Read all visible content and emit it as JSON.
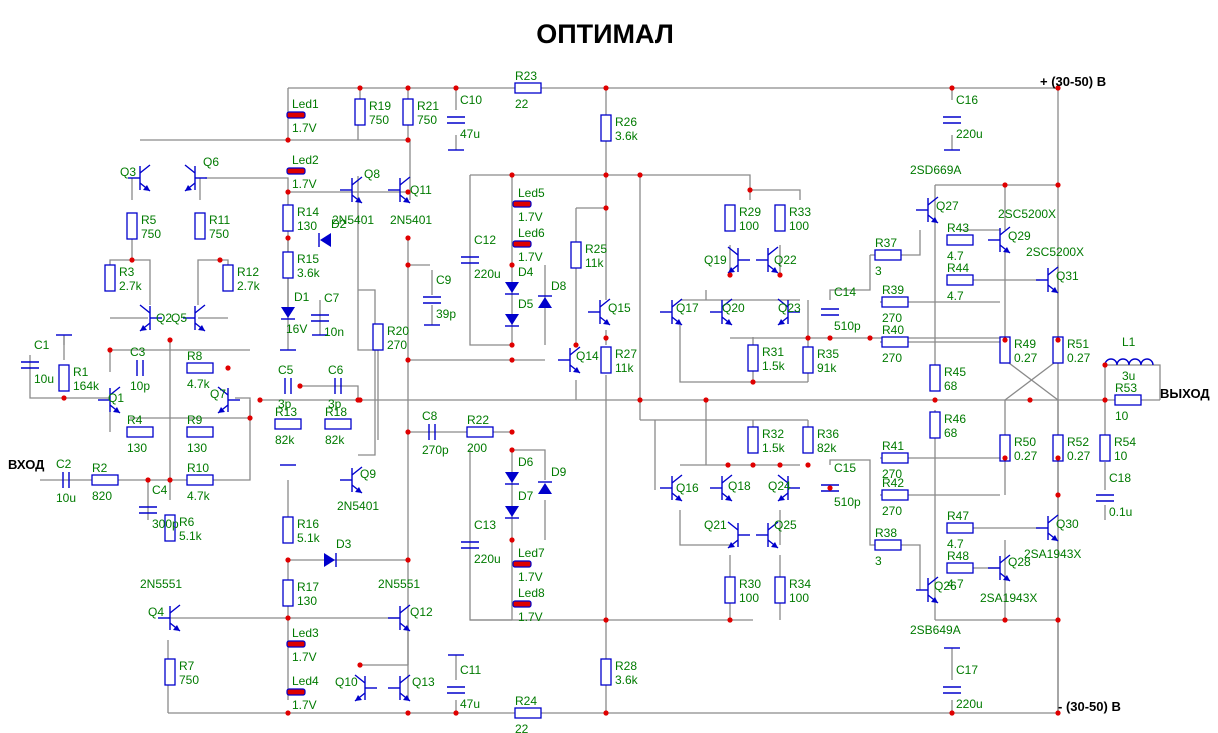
{
  "title": "ОПТИМАЛ",
  "ports": {
    "pos_supply": "+ (30-50) В",
    "neg_supply": "- (30-50) В",
    "input": "ВХОД",
    "output": "ВЫХОД"
  },
  "resistors": [
    {
      "ref": "R1",
      "value": "164k"
    },
    {
      "ref": "R2",
      "value": "820"
    },
    {
      "ref": "R3",
      "value": "2.7k"
    },
    {
      "ref": "R4",
      "value": "130"
    },
    {
      "ref": "R5",
      "value": "750"
    },
    {
      "ref": "R6",
      "value": "5.1k"
    },
    {
      "ref": "R7",
      "value": "750"
    },
    {
      "ref": "R8",
      "value": "4.7k"
    },
    {
      "ref": "R9",
      "value": "130"
    },
    {
      "ref": "R10",
      "value": "4.7k"
    },
    {
      "ref": "R11",
      "value": "750"
    },
    {
      "ref": "R12",
      "value": "2.7k"
    },
    {
      "ref": "R13",
      "value": "82k"
    },
    {
      "ref": "R14",
      "value": "130"
    },
    {
      "ref": "R15",
      "value": "3.6k"
    },
    {
      "ref": "R16",
      "value": "5.1k"
    },
    {
      "ref": "R17",
      "value": "130"
    },
    {
      "ref": "R18",
      "value": "82k"
    },
    {
      "ref": "R19",
      "value": "750"
    },
    {
      "ref": "R20",
      "value": "270"
    },
    {
      "ref": "R21",
      "value": "750"
    },
    {
      "ref": "R22",
      "value": "200"
    },
    {
      "ref": "R23",
      "value": "22"
    },
    {
      "ref": "R24",
      "value": "22"
    },
    {
      "ref": "R25",
      "value": "11k"
    },
    {
      "ref": "R26",
      "value": "3.6k"
    },
    {
      "ref": "R27",
      "value": "11k"
    },
    {
      "ref": "R28",
      "value": "3.6k"
    },
    {
      "ref": "R29",
      "value": "100"
    },
    {
      "ref": "R30",
      "value": "100"
    },
    {
      "ref": "R31",
      "value": "1.5k"
    },
    {
      "ref": "R32",
      "value": "1.5k"
    },
    {
      "ref": "R33",
      "value": "100"
    },
    {
      "ref": "R34",
      "value": "100"
    },
    {
      "ref": "R35",
      "value": "91k"
    },
    {
      "ref": "R36",
      "value": "82k"
    },
    {
      "ref": "R37",
      "value": "3"
    },
    {
      "ref": "R38",
      "value": "3"
    },
    {
      "ref": "R39",
      "value": "270"
    },
    {
      "ref": "R40",
      "value": "270"
    },
    {
      "ref": "R41",
      "value": "270"
    },
    {
      "ref": "R42",
      "value": "270"
    },
    {
      "ref": "R43",
      "value": "4.7"
    },
    {
      "ref": "R44",
      "value": "4.7"
    },
    {
      "ref": "R45",
      "value": "68"
    },
    {
      "ref": "R46",
      "value": "68"
    },
    {
      "ref": "R47",
      "value": "4.7"
    },
    {
      "ref": "R48",
      "value": "4.7"
    },
    {
      "ref": "R49",
      "value": "0.27"
    },
    {
      "ref": "R50",
      "value": "0.27"
    },
    {
      "ref": "R51",
      "value": "0.27"
    },
    {
      "ref": "R52",
      "value": "0.27"
    },
    {
      "ref": "R53",
      "value": "10"
    },
    {
      "ref": "R54",
      "value": "10"
    }
  ],
  "capacitors": [
    {
      "ref": "C1",
      "value": "10u"
    },
    {
      "ref": "C2",
      "value": "10u"
    },
    {
      "ref": "C3",
      "value": "10p"
    },
    {
      "ref": "C4",
      "value": "300p"
    },
    {
      "ref": "C5",
      "value": "3p"
    },
    {
      "ref": "C6",
      "value": "3p"
    },
    {
      "ref": "C7",
      "value": "10n"
    },
    {
      "ref": "C8",
      "value": "270p"
    },
    {
      "ref": "C9",
      "value": "39p"
    },
    {
      "ref": "C10",
      "value": "47u"
    },
    {
      "ref": "C11",
      "value": "47u"
    },
    {
      "ref": "C12",
      "value": "220u"
    },
    {
      "ref": "C13",
      "value": "220u"
    },
    {
      "ref": "C14",
      "value": "510p"
    },
    {
      "ref": "C15",
      "value": "510p"
    },
    {
      "ref": "C16",
      "value": "220u"
    },
    {
      "ref": "C17",
      "value": "220u"
    },
    {
      "ref": "C18",
      "value": "0.1u"
    }
  ],
  "leds": [
    {
      "ref": "Led1",
      "value": "1.7V"
    },
    {
      "ref": "Led2",
      "value": "1.7V"
    },
    {
      "ref": "Led3",
      "value": "1.7V"
    },
    {
      "ref": "Led4",
      "value": "1.7V"
    },
    {
      "ref": "Led5",
      "value": "1.7V"
    },
    {
      "ref": "Led6",
      "value": "1.7V"
    },
    {
      "ref": "Led7",
      "value": "1.7V"
    },
    {
      "ref": "Led8",
      "value": "1.7V"
    }
  ],
  "diodes": [
    {
      "ref": "D1",
      "value": "16V"
    },
    {
      "ref": "D2"
    },
    {
      "ref": "D3"
    },
    {
      "ref": "D4"
    },
    {
      "ref": "D5"
    },
    {
      "ref": "D6"
    },
    {
      "ref": "D7"
    },
    {
      "ref": "D8"
    },
    {
      "ref": "D9"
    }
  ],
  "inductors": [
    {
      "ref": "L1",
      "value": "3u"
    }
  ],
  "transistors": [
    {
      "ref": "Q1"
    },
    {
      "ref": "Q2"
    },
    {
      "ref": "Q3"
    },
    {
      "ref": "Q4",
      "part": "2N5551"
    },
    {
      "ref": "Q5"
    },
    {
      "ref": "Q6"
    },
    {
      "ref": "Q7"
    },
    {
      "ref": "Q8",
      "part": "2N5401"
    },
    {
      "ref": "Q9",
      "part": "2N5401"
    },
    {
      "ref": "Q10"
    },
    {
      "ref": "Q11",
      "part": "2N5401"
    },
    {
      "ref": "Q12",
      "part": "2N5551"
    },
    {
      "ref": "Q13"
    },
    {
      "ref": "Q14"
    },
    {
      "ref": "Q15"
    },
    {
      "ref": "Q16"
    },
    {
      "ref": "Q17"
    },
    {
      "ref": "Q18"
    },
    {
      "ref": "Q19"
    },
    {
      "ref": "Q20"
    },
    {
      "ref": "Q21"
    },
    {
      "ref": "Q22"
    },
    {
      "ref": "Q23"
    },
    {
      "ref": "Q24"
    },
    {
      "ref": "Q25"
    },
    {
      "ref": "Q26",
      "part": "2SB649A"
    },
    {
      "ref": "Q27",
      "part": "2SD669A"
    },
    {
      "ref": "Q28",
      "part": "2SA1943X"
    },
    {
      "ref": "Q29",
      "part": "2SC5200X"
    },
    {
      "ref": "Q30",
      "part": "2SA1943X"
    },
    {
      "ref": "Q31",
      "part": "2SC5200X"
    }
  ]
}
